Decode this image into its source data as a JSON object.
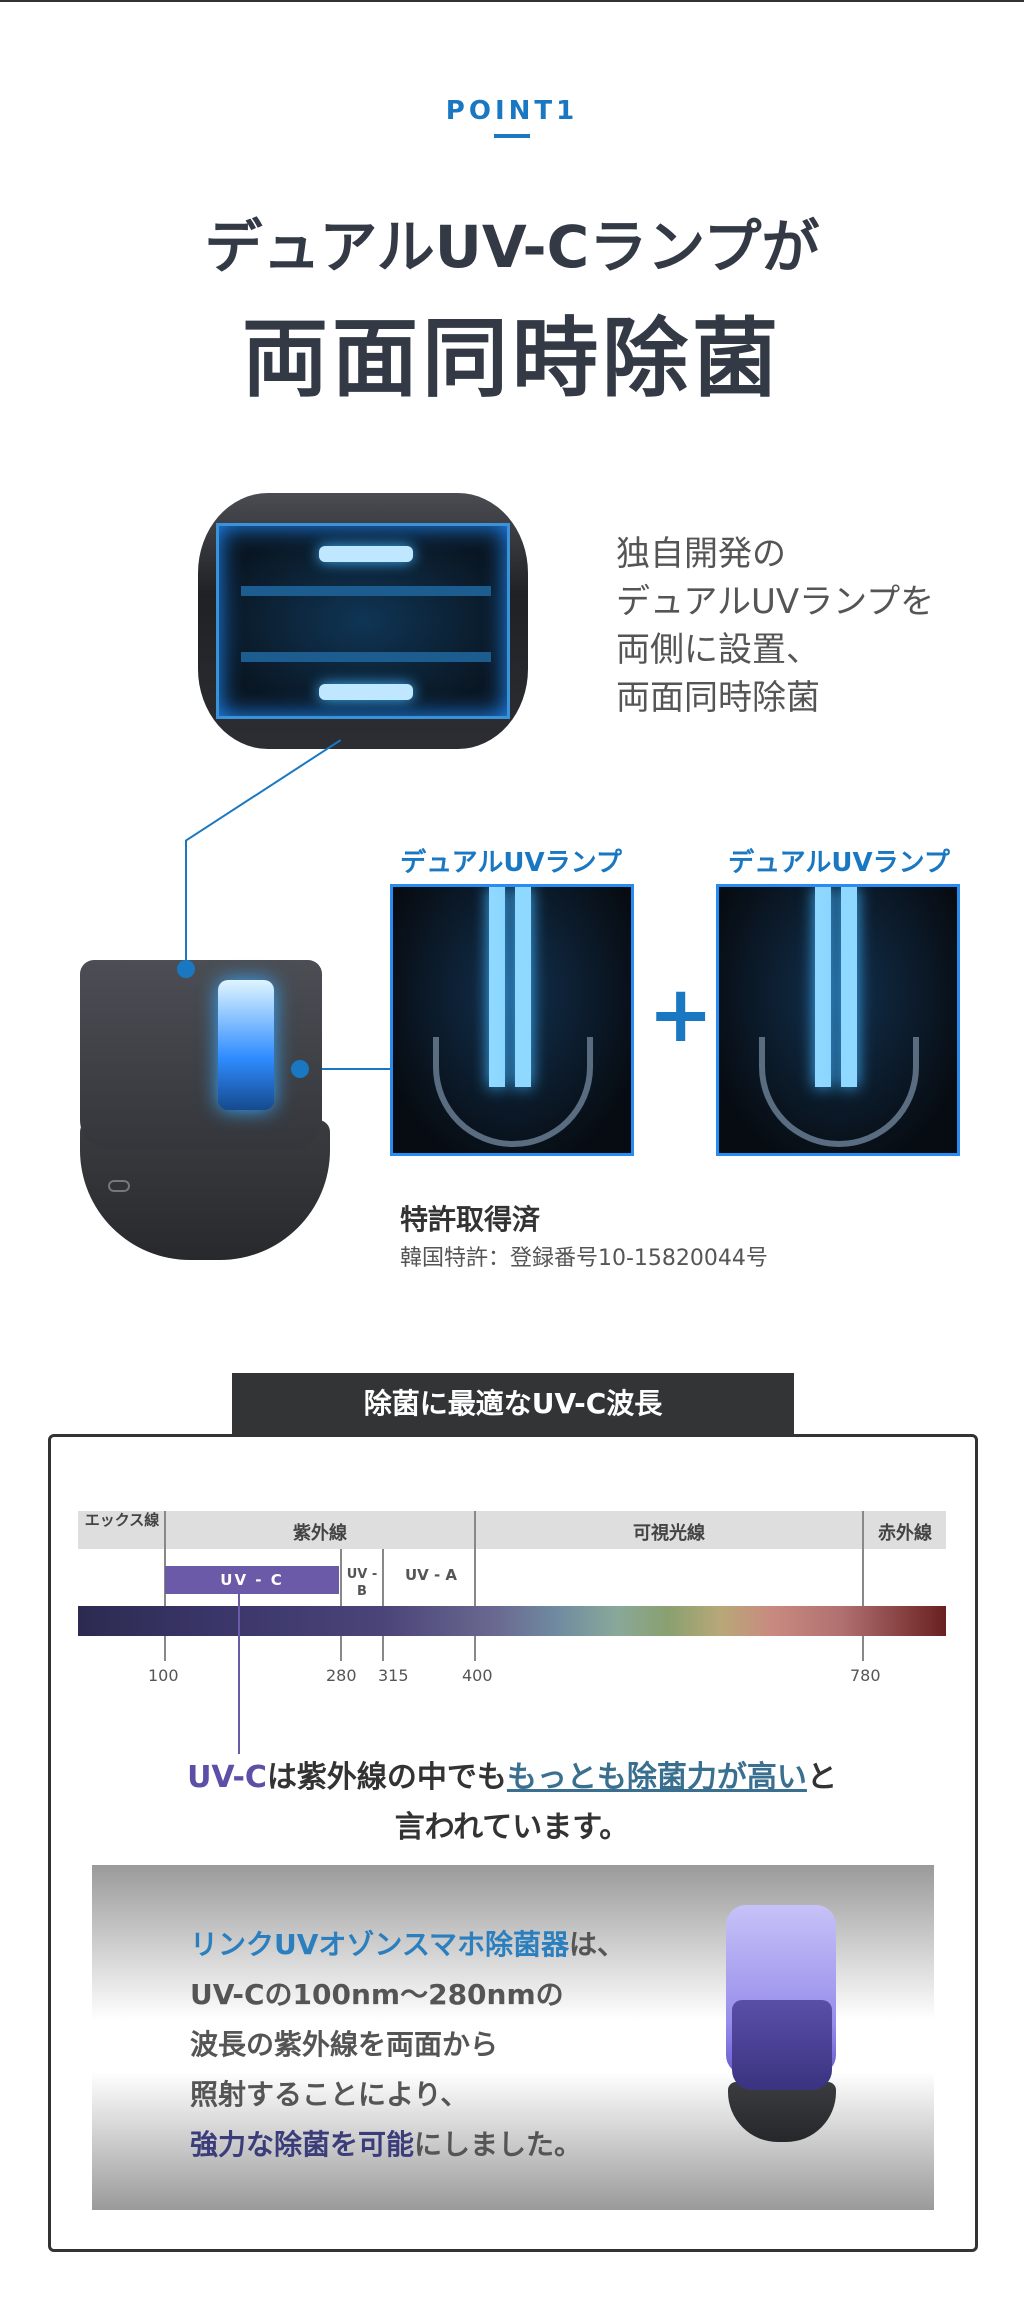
{
  "header": {
    "point_label": "POINT1",
    "title_line1": "デュアルUV-Cランプが",
    "title_line2": "両面同時除菌"
  },
  "description": {
    "line1": "独自開発の",
    "line2": "デュアルUVランプを",
    "line3": "両側に設置、",
    "line4": "両面同時除菌"
  },
  "lamps": {
    "left_title": "デュアルUVランプ",
    "right_title": "デュアルUVランプ",
    "plus": "+"
  },
  "patent": {
    "title": "特許取得済",
    "detail": "韓国特許：登録番号10-15820044号"
  },
  "wavelength": {
    "tab_title": "除菌に最適なUV-C波長",
    "bands": {
      "xray": "エックス線",
      "uv": "紫外線",
      "visible": "可視光線",
      "ir": "赤外線"
    },
    "sub_bands": {
      "uvc": "UV - C",
      "uvb": "UV - B",
      "uva": "UV - A"
    },
    "ticks": [
      "100",
      "280",
      "315",
      "400",
      "780"
    ],
    "statement": {
      "part1": "UV-C",
      "part2": "は紫外線の中でも",
      "part3": "もっとも除菌力が高い",
      "part4": "と",
      "line2": "言われています。"
    }
  },
  "panel": {
    "line1_blue": "リンクUVオゾンスマホ除菌器",
    "line1_rest": "は、",
    "line2": "UV-Cの100nm〜280nmの",
    "line3": "波長の紫外線を両面から",
    "line4": "照射することにより、",
    "line5_dark": "強力な除菌を可能",
    "line5_rest": "にしました。"
  },
  "colors": {
    "accent_blue": "#1a78c2",
    "uvc_purple": "#6a5aa8",
    "dark_text": "#333a45"
  }
}
